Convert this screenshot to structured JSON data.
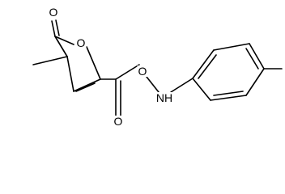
{
  "diagram": {
    "type": "chemical-structure",
    "atoms": {
      "carbonyl_oxygen_ring": "O",
      "ring_oxygen": "O",
      "ester_carbonyl_oxygen": "O",
      "ester_oxygen": "O",
      "amine": "NH"
    },
    "colors": {
      "bond": "#000000",
      "label": "#000000",
      "background": "#ffffff"
    }
  }
}
